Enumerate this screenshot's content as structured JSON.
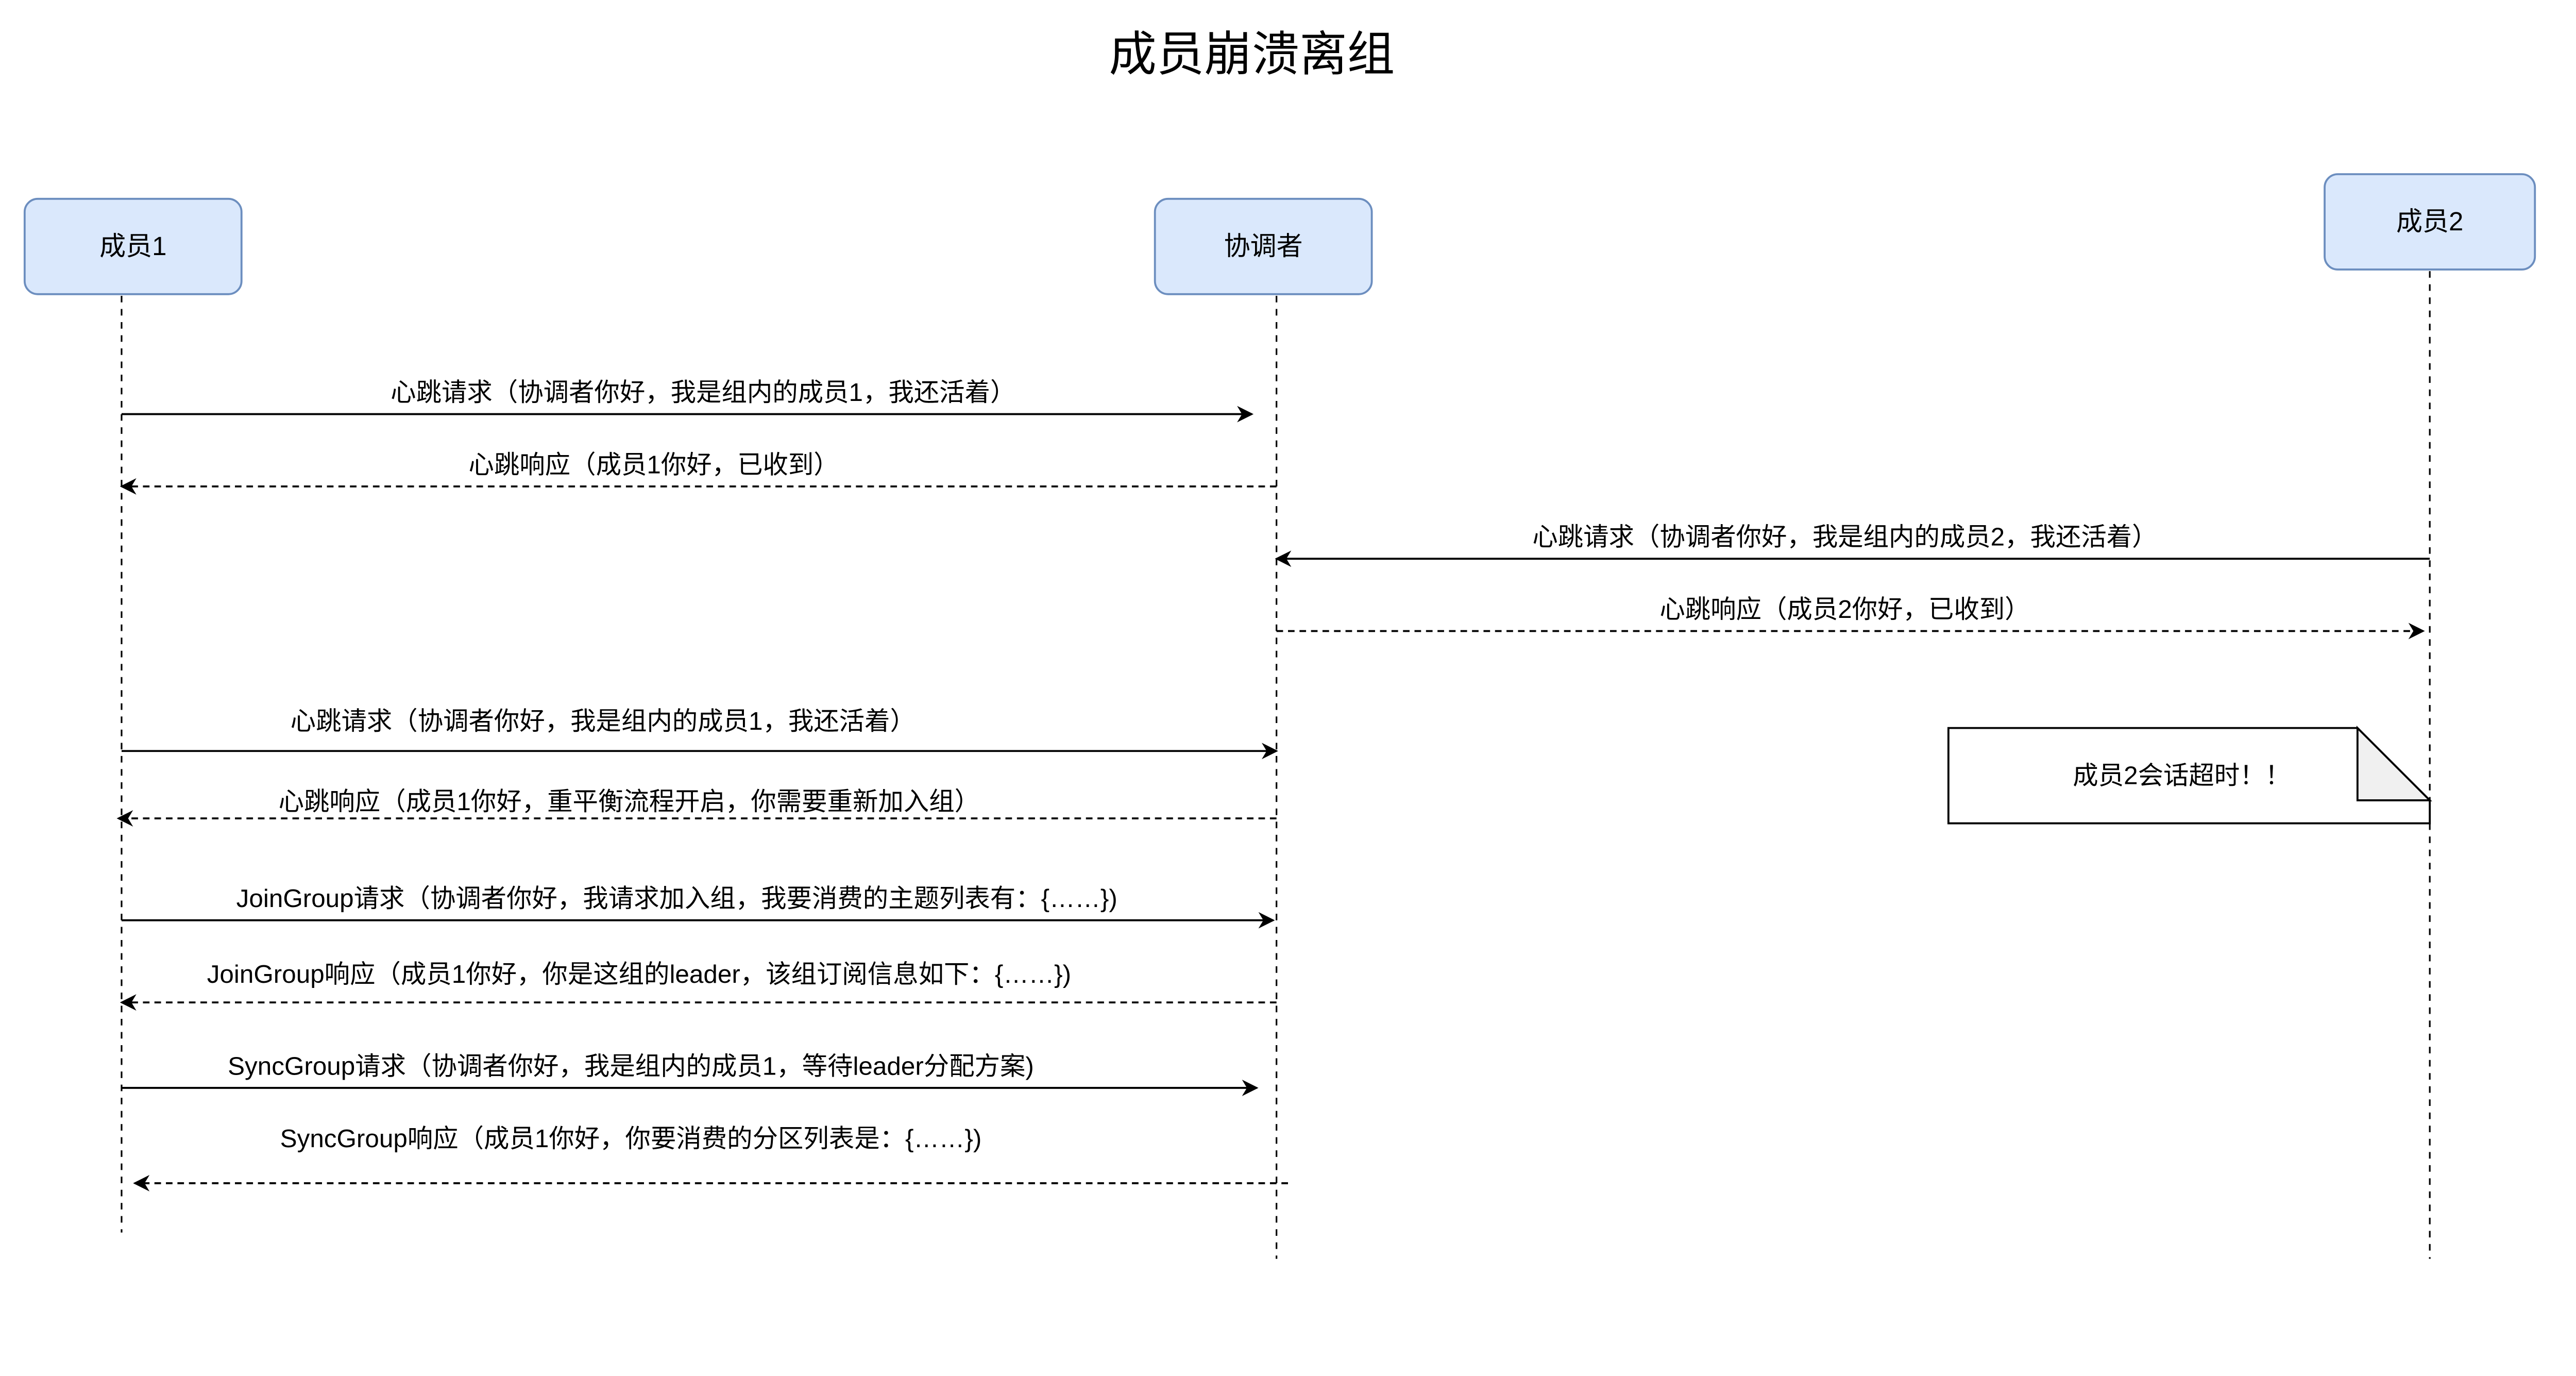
{
  "title": "成员崩溃离组",
  "colors": {
    "actor_fill": "#dae8fc",
    "actor_border": "#6c8ebf",
    "note_fold": "#f0f0f0"
  },
  "actors": [
    {
      "label": "成员1"
    },
    {
      "label": "协调者"
    },
    {
      "label": "成员2"
    }
  ],
  "messages": [
    {
      "label": "心跳请求（协调者你好，我是组内的成员1，我还活着）",
      "from": "成员1",
      "to": "协调者",
      "style": "solid"
    },
    {
      "label": "心跳响应（成员1你好，已收到）",
      "from": "协调者",
      "to": "成员1",
      "style": "dashed"
    },
    {
      "label": "心跳请求（协调者你好，我是组内的成员2，我还活着）",
      "from": "成员2",
      "to": "协调者",
      "style": "solid"
    },
    {
      "label": "心跳响应（成员2你好，已收到）",
      "from": "协调者",
      "to": "成员2",
      "style": "dashed"
    },
    {
      "label": "心跳请求（协调者你好，我是组内的成员1，我还活着）",
      "from": "成员1",
      "to": "协调者",
      "style": "solid"
    },
    {
      "label": "心跳响应（成员1你好，重平衡流程开启，你需要重新加入组）",
      "from": "协调者",
      "to": "成员1",
      "style": "dashed"
    },
    {
      "label": "JoinGroup请求（协调者你好，我请求加入组，我要消费的主题列表有：{……})",
      "from": "成员1",
      "to": "协调者",
      "style": "solid"
    },
    {
      "label": "JoinGroup响应（成员1你好，你是这组的leader，该组订阅信息如下：{……})",
      "from": "协调者",
      "to": "成员1",
      "style": "dashed"
    },
    {
      "label": "SyncGroup请求（协调者你好，我是组内的成员1，等待leader分配方案)",
      "from": "成员1",
      "to": "协调者",
      "style": "solid"
    },
    {
      "label": "SyncGroup响应（成员1你好，你要消费的分区列表是：{……})",
      "from": "协调者",
      "to": "成员1",
      "style": "dashed"
    }
  ],
  "note": {
    "label": "成员2会话超时！！"
  }
}
